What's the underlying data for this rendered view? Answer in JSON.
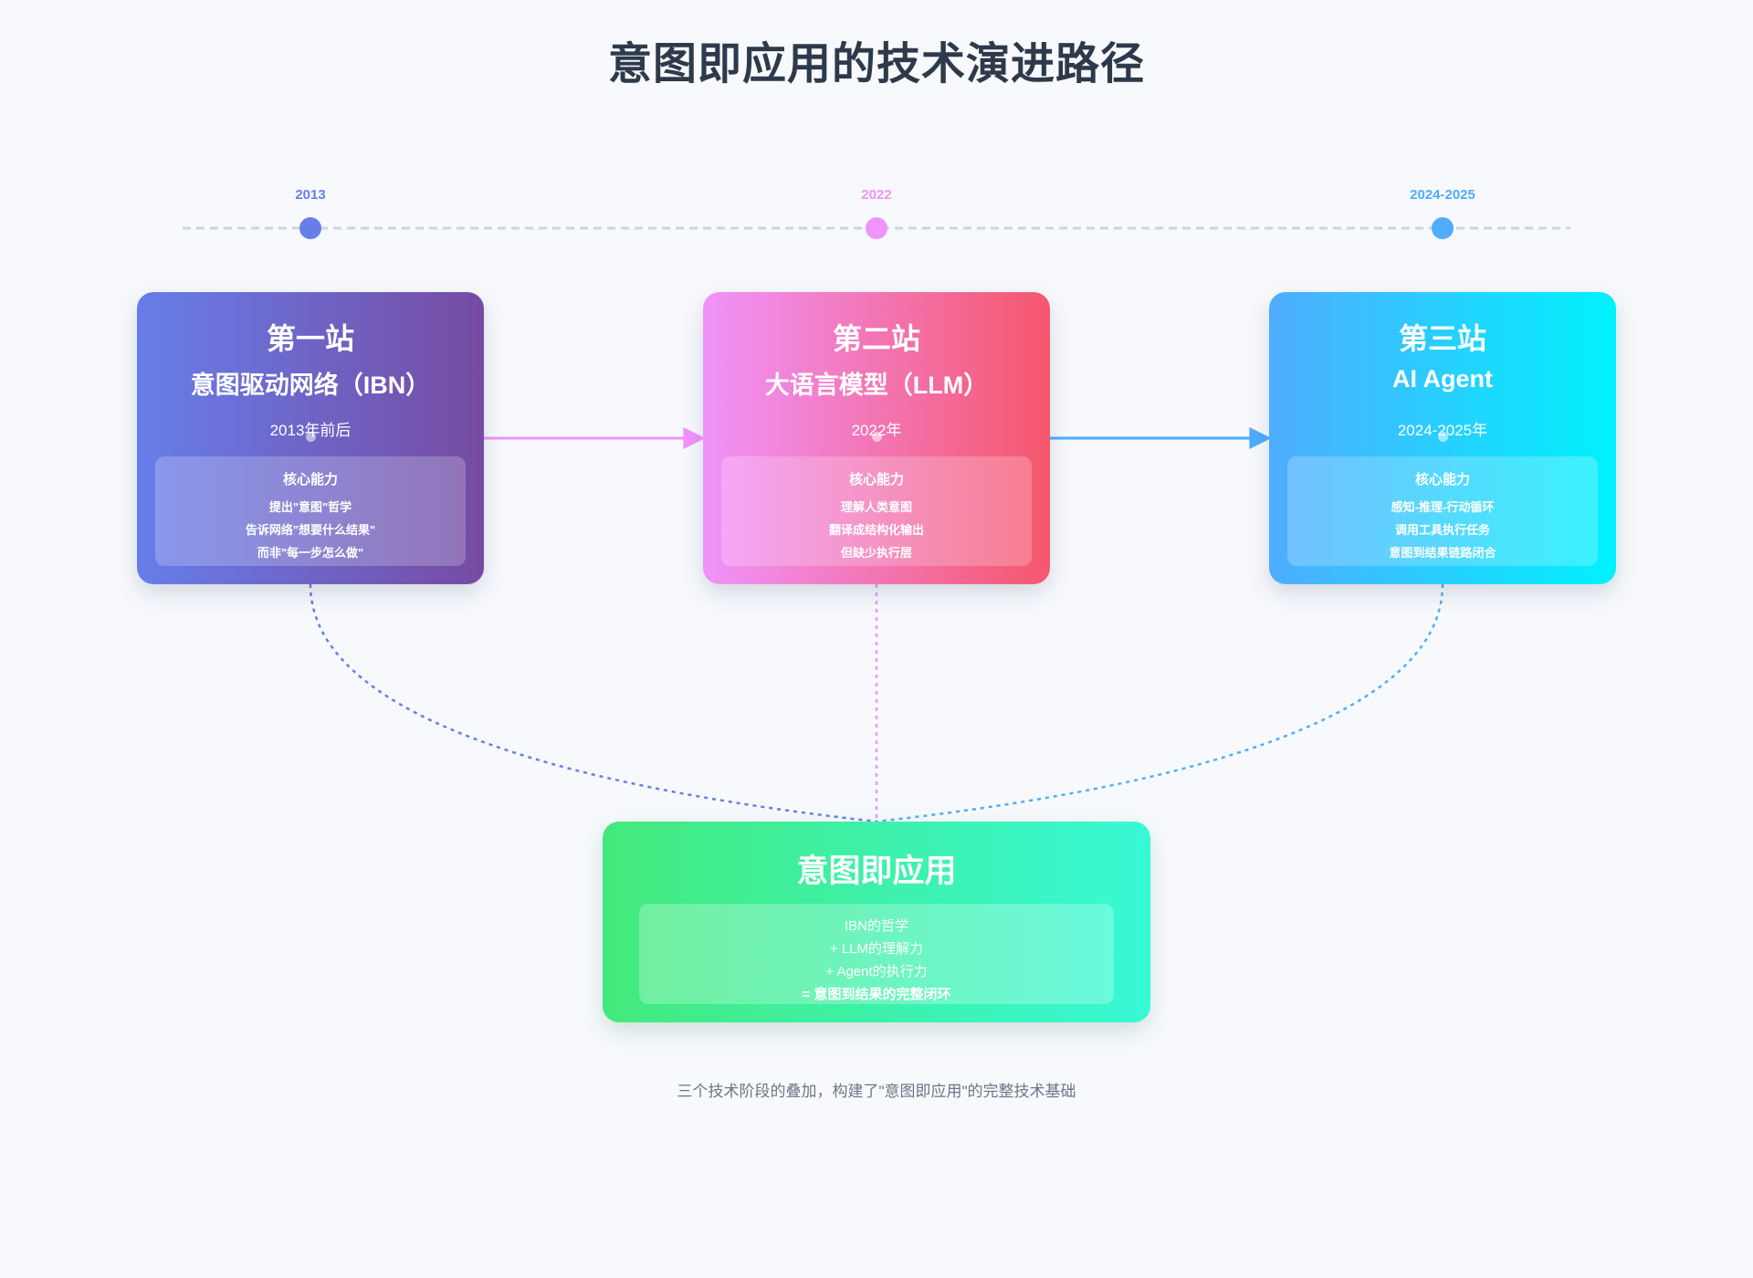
{
  "title": "意图即应用的技术演进路径",
  "timeline": {
    "years": [
      {
        "label": "2013",
        "color": "#667eea"
      },
      {
        "label": "2022",
        "color": "#f093fb"
      },
      {
        "label": "2024-2025",
        "color": "#4facfe"
      }
    ],
    "line_color": "#cbd5e1"
  },
  "stations": [
    {
      "stage": "第一站",
      "name": "意图驱动网络（IBN）",
      "date": "2013年前后",
      "cap_title": "核心能力",
      "capabilities": [
        "提出\"意图\"哲学",
        "告诉网络\"想要什么结果\"",
        "而非\"每一步怎么做\""
      ],
      "gradient": [
        "#667eea",
        "#764ba2"
      ]
    },
    {
      "stage": "第二站",
      "name": "大语言模型（LLM）",
      "date": "2022年",
      "cap_title": "核心能力",
      "capabilities": [
        "理解人类意图",
        "翻译成结构化输出",
        "但缺少执行层"
      ],
      "gradient": [
        "#f093fb",
        "#f5576c"
      ]
    },
    {
      "stage": "第三站",
      "name": "AI Agent",
      "date": "2024-2025年",
      "cap_title": "核心能力",
      "capabilities": [
        "感知-推理-行动循环",
        "调用工具执行任务",
        "意图到结果链路闭合"
      ],
      "gradient": [
        "#4facfe",
        "#00f2fe"
      ]
    }
  ],
  "result": {
    "title": "意图即应用",
    "lines": [
      "IBN的哲学",
      "+ LLM的理解力",
      "+ Agent的执行力",
      "= 意图到结果的完整闭环"
    ],
    "gradient": [
      "#43e97b",
      "#38f9d7"
    ]
  },
  "footer": "三个技术阶段的叠加，构建了\"意图即应用\"的完整技术基础"
}
